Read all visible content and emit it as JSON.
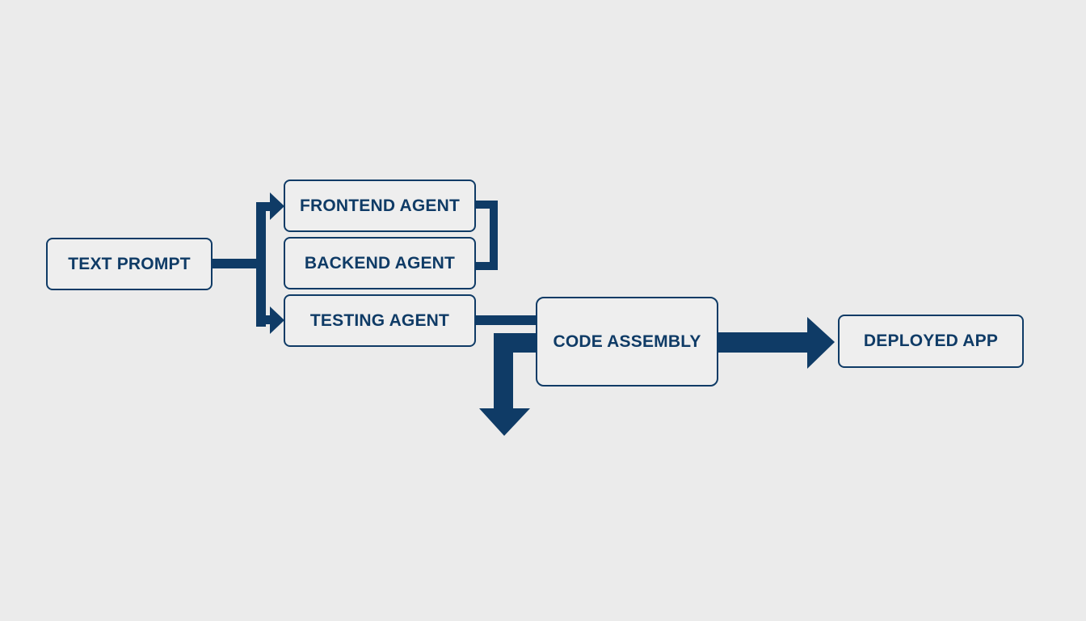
{
  "colors": {
    "background": "#ebebeb",
    "accent": "#0f3b66",
    "box_fill": "#eeeeee"
  },
  "nodes": {
    "text_prompt": "TEXT PROMPT",
    "frontend_agent": "FRONTEND AGENT",
    "backend_agent": "BACKEND AGENT",
    "testing_agent": "TESTING AGENT",
    "code_assembly": "CODE ASSEMBLY",
    "deployed_app": "DEPLOYED APP"
  },
  "connections": [
    {
      "from": "text_prompt",
      "to": "frontend_agent"
    },
    {
      "from": "text_prompt",
      "to": "testing_agent"
    },
    {
      "from": "frontend_agent",
      "to": "backend_agent"
    },
    {
      "from": "testing_agent",
      "to": "code_assembly"
    },
    {
      "from": "code_assembly",
      "to": "deployed_app"
    },
    {
      "from": "code_assembly",
      "to": "downward_output"
    }
  ]
}
